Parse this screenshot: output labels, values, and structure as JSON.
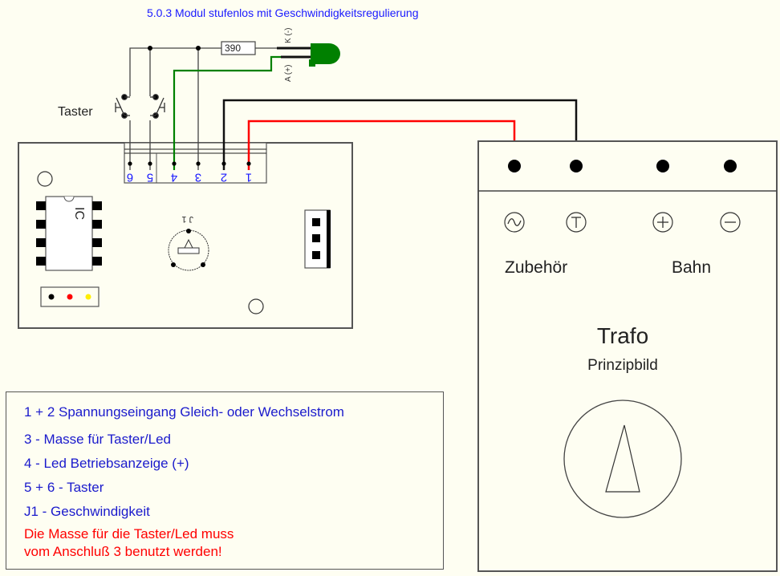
{
  "title": "5.0.3 Modul stufenlos mit Geschwindigkeitsregulierung",
  "colors": {
    "background": "#fefef2",
    "title": "#1a1aff",
    "legend_text": "#1a1acc",
    "warning_text": "#ff0000",
    "wire_black": "#111111",
    "wire_red": "#ff0000",
    "wire_green": "#008000",
    "led": "#008000"
  },
  "circuit": {
    "taster_label": "Taster",
    "resistor_value": "390",
    "led_cathode_label": "K (-)",
    "led_anode_label": "A (+)",
    "ic_label": "IC",
    "poti_label": "J 1",
    "terminals": [
      "6",
      "5",
      "4",
      "3",
      "2",
      "1"
    ],
    "connector_dots": [
      "black",
      "red",
      "yellow"
    ]
  },
  "trafo": {
    "symbols": [
      "~",
      "T",
      "+",
      "-"
    ],
    "group_zubehoer": "Zubehör",
    "group_bahn": "Bahn",
    "title": "Trafo",
    "subtitle": "Prinzipbild"
  },
  "legend": {
    "lines": [
      "1 + 2 Spannungseingang Gleich- oder Wechselstrom",
      "3 - Masse für Taster/Led",
      "4 - Led Betriebsanzeige (+)",
      "5 + 6 - Taster",
      "J1 - Geschwindigkeit"
    ],
    "warning": [
      "Die Masse für die Taster/Led muss",
      "vom Anschluß 3  benutzt werden!"
    ]
  }
}
